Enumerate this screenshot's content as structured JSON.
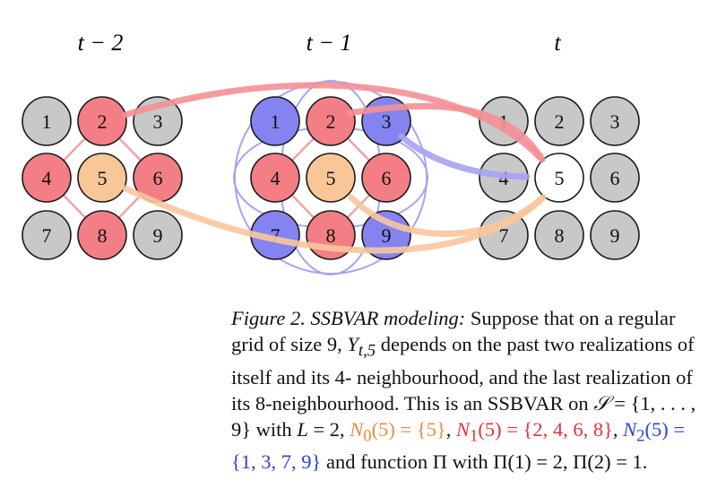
{
  "figure": {
    "time_labels": [
      "t − 2",
      "t − 1",
      "t"
    ],
    "node_labels": [
      "1",
      "2",
      "3",
      "4",
      "5",
      "6",
      "7",
      "8",
      "9"
    ],
    "colors": {
      "gray": "#c8c8c8",
      "red": "#f37e86",
      "orange": "#f9c698",
      "blue": "#8583f0",
      "white": "#ffffff",
      "arrow_red": "#f49196",
      "arrow_orange": "#f9c79e",
      "arrow_blue": "#a7a4f5",
      "edge_red": "#f2a3a8",
      "edge_orange": "#f6c8a0"
    },
    "grids": [
      {
        "id": "t-2",
        "fills": [
          "gray",
          "red",
          "gray",
          "red",
          "orange",
          "red",
          "gray",
          "red",
          "gray"
        ]
      },
      {
        "id": "t-1",
        "fills": [
          "blue",
          "red",
          "blue",
          "red",
          "orange",
          "red",
          "blue",
          "red",
          "blue"
        ]
      },
      {
        "id": "t",
        "fills": [
          "gray",
          "gray",
          "gray",
          "gray",
          "white",
          "gray",
          "gray",
          "gray",
          "gray"
        ]
      }
    ]
  },
  "caption": {
    "label": "Figure 2. SSBVAR modeling:",
    "text1": " Suppose that on a regular grid of size 9, ",
    "yvar": "Y",
    "ysub": "t,5",
    "text2": " depends on the past two realizations of itself and its 4- neighbourhood, and the last realization of its 8-neighbourhood. This is an SSBVAR on ",
    "set_s": "𝒮",
    "text3": " = {1, . . . , 9} with ",
    "lvar": "L",
    "text4": " = 2, ",
    "n0": "N",
    "n0sub": "0",
    "n0set": "(5) = {5}",
    "comma1": ", ",
    "n1": "N",
    "n1sub": "1",
    "n1set": "(5) = {2, 4, 6, 8}",
    "comma2": ", ",
    "n2": "N",
    "n2sub": "2",
    "n2set": "(5) = {1, 3, 7, 9}",
    "text5": " and function Π with Π(1) = 2, Π(2) = 1."
  }
}
